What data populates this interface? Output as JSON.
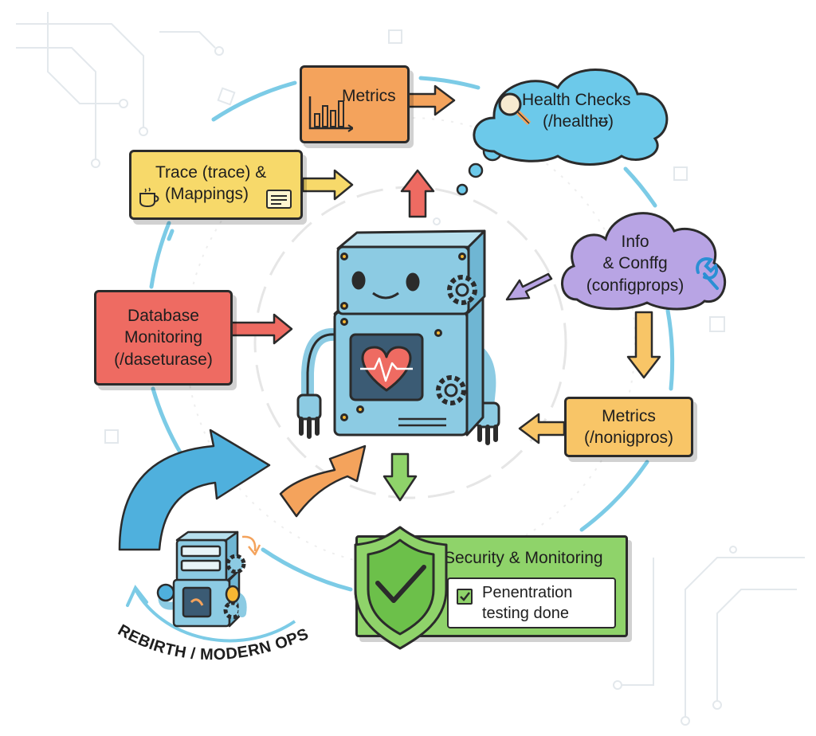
{
  "nodes": {
    "metrics_top": "Metrics",
    "health": {
      "title": "Health Checks",
      "path": "(/healthᵿ)"
    },
    "trace": {
      "line1": "Trace (trace) &",
      "line2": "(Mappings)"
    },
    "info": {
      "line1": "Info",
      "line2": "& Conffg",
      "line3": "(configprops)"
    },
    "database": {
      "line1": "Database",
      "line2": "Monitoring",
      "line3": "(/daseturase)"
    },
    "metrics_right": {
      "line1": "Metrics",
      "line2": "(/nonigpros)"
    },
    "security": {
      "title": "Security & Monitoring",
      "check_line1": "Penentration",
      "check_line2": "testing done"
    }
  },
  "caption": "REBIRTH / MODERN OPS",
  "colors": {
    "orange": "#f4a35c",
    "cloud_blue": "#6cc9ea",
    "yellow": "#f7d96a",
    "purple": "#b8a4e4",
    "red": "#ee6b62",
    "amber": "#f8c567",
    "green": "#8fd36a",
    "robot": "#8ccbe3",
    "ring": "#7ccbe6"
  }
}
